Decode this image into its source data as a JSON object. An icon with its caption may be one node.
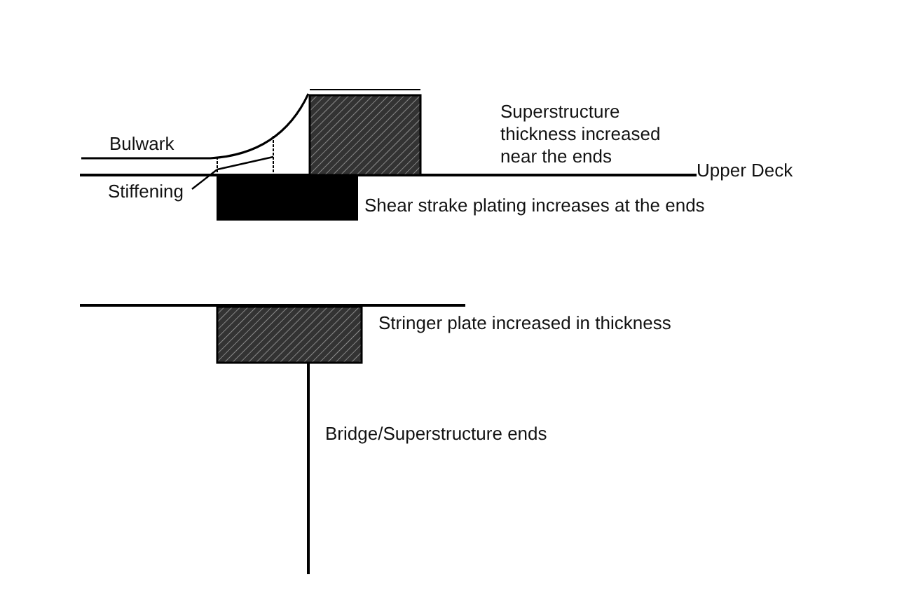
{
  "diagram": {
    "labels": [
      "Bulwark",
      "Superstructure thickness increased near the ends",
      "Stiffening",
      "Upper Deck",
      "Shear strake plating increases at the ends",
      "Stringer plate increased in thickness",
      "Bridge/Superstructure ends"
    ]
  }
}
